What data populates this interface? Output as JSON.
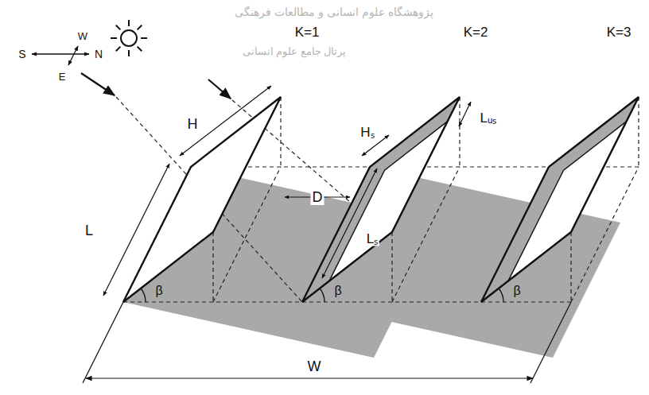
{
  "diagram": {
    "labels": [
      "K=1",
      "K=2",
      "K=3",
      "پژوهشگاه علوم انسانی و مطالعات فرهنگی",
      "پرتال جامع علوم انسانی",
      "H",
      "D",
      "Hₛ",
      "Lᵤₛ",
      "L",
      "Lₛ",
      "β",
      "β",
      "β",
      "W",
      "S",
      "N",
      "W",
      "E"
    ]
  }
}
